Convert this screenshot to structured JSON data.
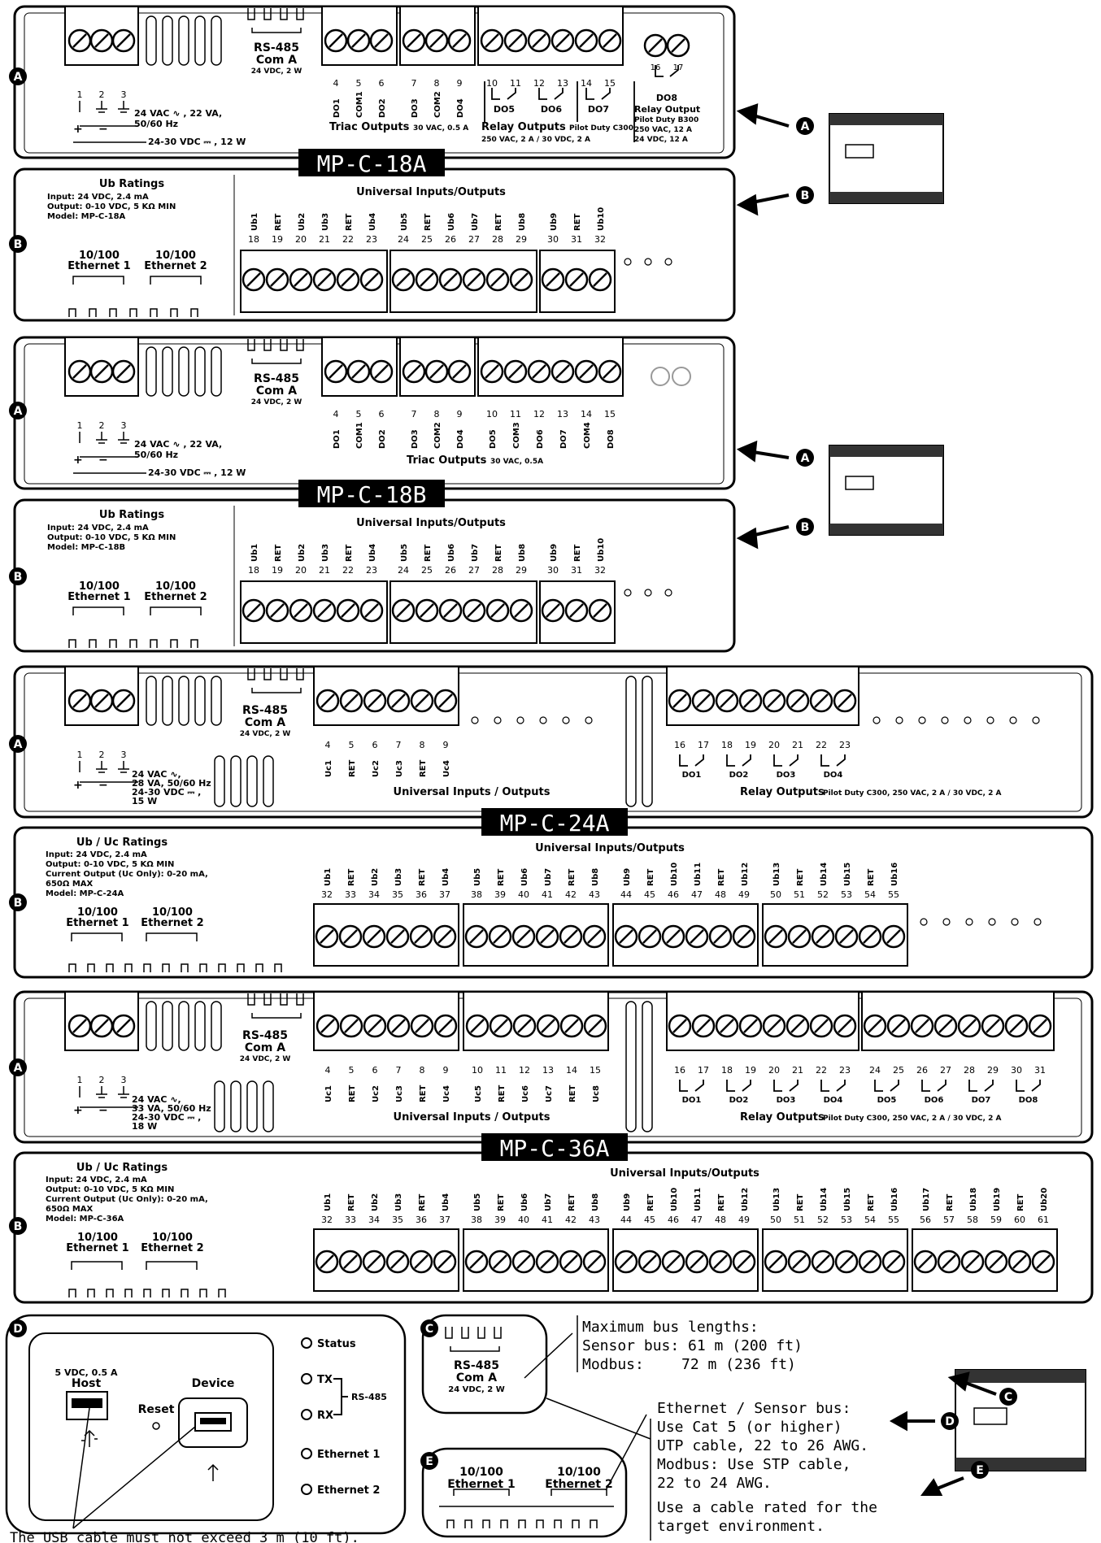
{
  "models": {
    "m18a": "MP-C-18A",
    "m18b": "MP-C-18B",
    "m24a": "MP-C-24A",
    "m36a": "MP-C-36A"
  },
  "callouts": {
    "A": "A",
    "B": "B",
    "C": "C",
    "D": "D",
    "E": "E"
  },
  "power": {
    "pins": [
      "1",
      "2",
      "3"
    ],
    "vac_18": "24 VAC ∿ , 22 VA,",
    "hz_18": "50/60 Hz",
    "vdc_18": "24-30 VDC ⎓ , 12 W",
    "vac_24_line1": "24 VAC ∿,",
    "vac_24_line2": "28 VA, 50/60 Hz",
    "vdc_24_line1": "24-30 VDC ⎓ ,",
    "vdc_24_line2": "15 W",
    "vac_36_line1": "24 VAC ∿,",
    "vac_36_line2": "33 VA, 50/60 Hz",
    "vdc_36_line1": "24-30 VDC ⎓ ,",
    "vdc_36_line2": "18 W",
    "plus": "+",
    "minus": "−"
  },
  "rs485": {
    "title": "RS-485",
    "port": "Com A",
    "rating": "24 VDC, 2 W"
  },
  "m18a_top": {
    "triac_pins": [
      "4",
      "5",
      "6",
      "7",
      "8",
      "9"
    ],
    "triac_labels": [
      "DO1",
      "COM1",
      "DO2",
      "DO3",
      "COM2",
      "DO4"
    ],
    "relay_pins": [
      "10",
      "11",
      "12",
      "13",
      "14",
      "15"
    ],
    "relay_labels": [
      "DO5",
      "DO6",
      "DO7"
    ],
    "b300_pins": [
      "16",
      "17"
    ],
    "b300_label": "DO8",
    "b300_title": "Relay Output",
    "b300_duty": "Pilot Duty B300",
    "b300_r1": "250 VAC, 12 A",
    "b300_r2": "24 VDC, 12 A",
    "triac_title": "Triac Outputs",
    "triac_rating": "30 VAC, 0.5 A",
    "relay_title": "Relay Outputs",
    "relay_duty": "Pilot Duty C300",
    "relay_rating": "250 VAC, 2 A / 30 VDC, 2 A"
  },
  "m18b_top": {
    "pins": [
      "4",
      "5",
      "6",
      "7",
      "8",
      "9",
      "10",
      "11",
      "12",
      "13",
      "14",
      "15"
    ],
    "labels": [
      "DO1",
      "COM1",
      "DO2",
      "DO3",
      "COM2",
      "DO4",
      "DO5",
      "COM3",
      "DO6",
      "DO7",
      "COM4",
      "DO8"
    ],
    "triac_title": "Triac Outputs",
    "triac_rating": "30 VAC, 0.5A"
  },
  "ub_block_18": {
    "title": "Ub  Ratings",
    "input": "Input: 24 VDC, 2.4 mA",
    "output": "Output: 0-10 VDC, 5 KΩ MIN",
    "model_a": "Model: MP-C-18A",
    "model_b": "Model: MP-C-18B",
    "eth1": [
      "10/100",
      "Ethernet 1"
    ],
    "eth2": [
      "10/100",
      "Ethernet 2"
    ],
    "uio_title": "Universal Inputs/Outputs",
    "labels": [
      "Ub1",
      "RET",
      "Ub2",
      "Ub3",
      "RET",
      "Ub4",
      "Ub5",
      "RET",
      "Ub6",
      "Ub7",
      "RET",
      "Ub8",
      "Ub9",
      "RET",
      "Ub10"
    ],
    "pins": [
      "18",
      "19",
      "20",
      "21",
      "22",
      "23",
      "24",
      "25",
      "26",
      "27",
      "28",
      "29",
      "30",
      "31",
      "32"
    ]
  },
  "top_24_36": {
    "uc_labels": [
      "Uc1",
      "RET",
      "Uc2",
      "Uc3",
      "RET",
      "Uc4",
      "Uc5",
      "RET",
      "Uc6",
      "Uc7",
      "RET",
      "Uc8"
    ],
    "uc_pins": [
      "4",
      "5",
      "6",
      "7",
      "8",
      "9",
      "10",
      "11",
      "12",
      "13",
      "14",
      "15"
    ],
    "relay_pins": [
      "16",
      "17",
      "18",
      "19",
      "20",
      "21",
      "22",
      "23",
      "24",
      "25",
      "26",
      "27",
      "28",
      "29",
      "30",
      "31"
    ],
    "relay_labels": [
      "DO1",
      "DO2",
      "DO3",
      "DO4",
      "DO5",
      "DO6",
      "DO7",
      "DO8"
    ],
    "uio_title": "Universal Inputs / Outputs",
    "relay_title": "Relay Outputs",
    "relay_rating": "Pilot Duty C300, 250 VAC, 2 A / 30 VDC, 2 A"
  },
  "ubuc_block": {
    "title": "Ub / Uc  Ratings",
    "input": "Input: 24 VDC, 2.4 mA",
    "output": "Output: 0-10 VDC, 5 KΩ MIN",
    "current": "Current Output (Uc Only): 0-20 mA,",
    "max": "650Ω MAX",
    "model_24": "Model: MP-C-24A",
    "model_36": "Model: MP-C-36A",
    "uio_title": "Universal Inputs/Outputs",
    "labels": [
      "Ub1",
      "RET",
      "Ub2",
      "Ub3",
      "RET",
      "Ub4",
      "Ub5",
      "RET",
      "Ub6",
      "Ub7",
      "RET",
      "Ub8",
      "Ub9",
      "RET",
      "Ub10",
      "Ub11",
      "RET",
      "Ub12",
      "Ub13",
      "RET",
      "Ub14",
      "Ub15",
      "RET",
      "Ub16",
      "Ub17",
      "RET",
      "Ub18",
      "Ub19",
      "RET",
      "Ub20"
    ],
    "pins": [
      "32",
      "33",
      "34",
      "35",
      "36",
      "37",
      "38",
      "39",
      "40",
      "41",
      "42",
      "43",
      "44",
      "45",
      "46",
      "47",
      "48",
      "49",
      "50",
      "51",
      "52",
      "53",
      "54",
      "55",
      "56",
      "57",
      "58",
      "59",
      "60",
      "61"
    ]
  },
  "detail_d": {
    "host_rating": "5 VDC, 0.5 A",
    "host": "Host",
    "device": "Device",
    "reset": "Reset",
    "leds": [
      "Status",
      "TX",
      "RX",
      "Ethernet 1",
      "Ethernet 2"
    ],
    "rs485": "RS-485",
    "usb_note": "The USB cable must not exceed 3 m (10 ft)."
  },
  "detail_c": {
    "title": "RS-485",
    "port": "Com A",
    "rating": "24 VDC, 2 W",
    "bus_head": "Maximum bus lengths:",
    "sensor": "Sensor bus: 61 m (200 ft)",
    "modbus_label": "Modbus:",
    "modbus_value": "72 m (236 ft)"
  },
  "detail_e": {
    "eth1": [
      "10/100",
      "Ethernet 1"
    ],
    "eth2": [
      "10/100",
      "Ethernet 2"
    ],
    "cable_notes": [
      "Ethernet / Sensor bus:",
      "Use Cat 5 (or higher)",
      "UTP cable, 22 to 26 AWG.",
      "Modbus: Use STP cable,",
      "22 to 24 AWG.",
      "Use a cable rated for the",
      "target environment."
    ]
  }
}
